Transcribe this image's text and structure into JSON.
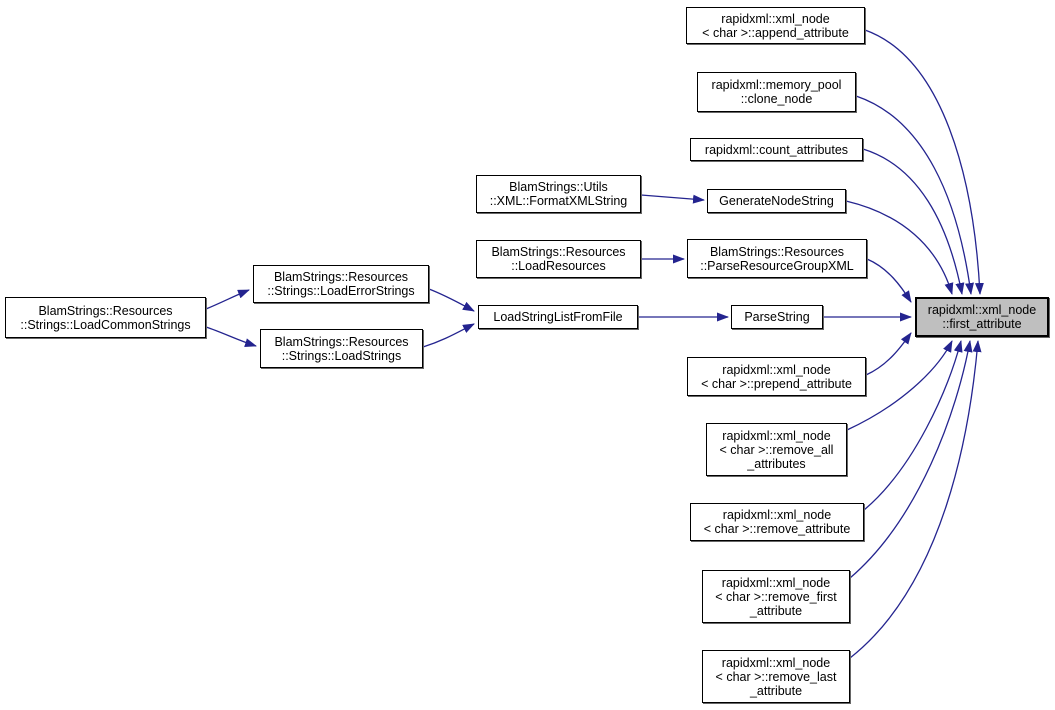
{
  "graph": {
    "kind": "call-graph",
    "colors": {
      "background": "#ffffff",
      "edge": "#24248f",
      "node_fill": "#ffffff",
      "node_border": "#000000",
      "focus_node_fill": "#bfbfbf"
    },
    "nodes": [
      {
        "id": "load-common-strings",
        "label": "BlamStrings::Resources\n::Strings::LoadCommonStrings",
        "highlighted": false
      },
      {
        "id": "load-error-strings",
        "label": "BlamStrings::Resources\n::Strings::LoadErrorStrings",
        "highlighted": false
      },
      {
        "id": "load-strings",
        "label": "BlamStrings::Resources\n::Strings::LoadStrings",
        "highlighted": false
      },
      {
        "id": "format-xml-string",
        "label": "BlamStrings::Utils\n::XML::FormatXMLString",
        "highlighted": false
      },
      {
        "id": "load-resources",
        "label": "BlamStrings::Resources\n::LoadResources",
        "highlighted": false
      },
      {
        "id": "load-string-list-from-file",
        "label": "LoadStringListFromFile",
        "highlighted": false
      },
      {
        "id": "parse-string",
        "label": "ParseString",
        "highlighted": false
      },
      {
        "id": "generate-node-string",
        "label": "GenerateNodeString",
        "highlighted": false
      },
      {
        "id": "parse-resource-group-xml",
        "label": "BlamStrings::Resources\n::ParseResourceGroupXML",
        "highlighted": false
      },
      {
        "id": "append-attribute",
        "label": "rapidxml::xml_node\n< char >::append_attribute",
        "highlighted": false
      },
      {
        "id": "clone-node",
        "label": "rapidxml::memory_pool\n::clone_node",
        "highlighted": false
      },
      {
        "id": "count-attributes",
        "label": "rapidxml::count_attributes",
        "highlighted": false
      },
      {
        "id": "prepend-attribute",
        "label": "rapidxml::xml_node\n< char >::prepend_attribute",
        "highlighted": false
      },
      {
        "id": "remove-all-attributes",
        "label": "rapidxml::xml_node\n< char >::remove_all\n_attributes",
        "highlighted": false
      },
      {
        "id": "remove-attribute",
        "label": "rapidxml::xml_node\n< char >::remove_attribute",
        "highlighted": false
      },
      {
        "id": "remove-first-attribute",
        "label": "rapidxml::xml_node\n< char >::remove_first\n_attribute",
        "highlighted": false
      },
      {
        "id": "remove-last-attribute",
        "label": "rapidxml::xml_node\n< char >::remove_last\n_attribute",
        "highlighted": false
      },
      {
        "id": "first-attribute",
        "label": "rapidxml::xml_node\n::first_attribute",
        "highlighted": true
      }
    ],
    "edges": [
      {
        "from": "load-common-strings",
        "to": "load-error-strings"
      },
      {
        "from": "load-common-strings",
        "to": "load-strings"
      },
      {
        "from": "load-error-strings",
        "to": "load-string-list-from-file"
      },
      {
        "from": "load-strings",
        "to": "load-string-list-from-file"
      },
      {
        "from": "load-string-list-from-file",
        "to": "parse-string"
      },
      {
        "from": "format-xml-string",
        "to": "generate-node-string"
      },
      {
        "from": "load-resources",
        "to": "parse-resource-group-xml"
      },
      {
        "from": "parse-string",
        "to": "first-attribute"
      },
      {
        "from": "generate-node-string",
        "to": "first-attribute"
      },
      {
        "from": "parse-resource-group-xml",
        "to": "first-attribute"
      },
      {
        "from": "append-attribute",
        "to": "first-attribute"
      },
      {
        "from": "clone-node",
        "to": "first-attribute"
      },
      {
        "from": "count-attributes",
        "to": "first-attribute"
      },
      {
        "from": "prepend-attribute",
        "to": "first-attribute"
      },
      {
        "from": "remove-all-attributes",
        "to": "first-attribute"
      },
      {
        "from": "remove-attribute",
        "to": "first-attribute"
      },
      {
        "from": "remove-first-attribute",
        "to": "first-attribute"
      },
      {
        "from": "remove-last-attribute",
        "to": "first-attribute"
      }
    ]
  }
}
